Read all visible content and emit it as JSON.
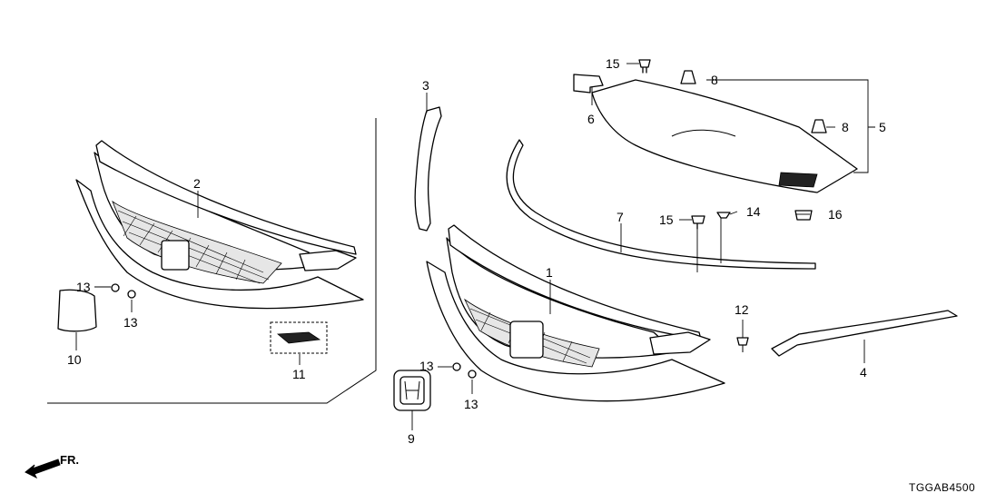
{
  "diagram": {
    "code": "TGGAB4500",
    "front_label": "FR.",
    "callouts": {
      "c1": "1",
      "c2": "2",
      "c3": "3",
      "c4": "4",
      "c5": "5",
      "c6": "6",
      "c7": "7",
      "c8a": "8",
      "c8b": "8",
      "c9": "9",
      "c10": "10",
      "c11": "11",
      "c12": "12",
      "c13a": "13",
      "c13b": "13",
      "c13c": "13",
      "c13d": "13",
      "c14": "14",
      "c15a": "15",
      "c15b": "15",
      "c16": "16"
    }
  }
}
